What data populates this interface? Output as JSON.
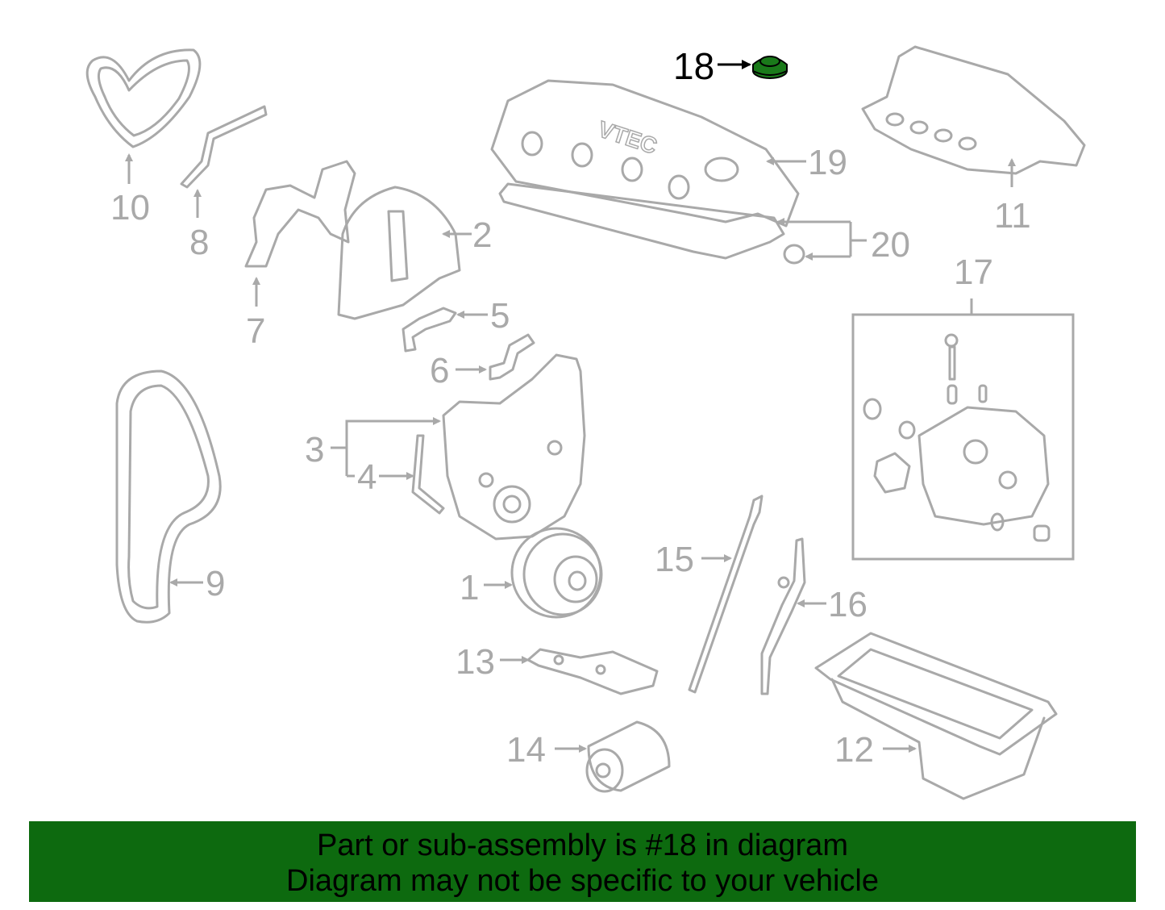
{
  "callouts": {
    "c1": "1",
    "c2": "2",
    "c3": "3",
    "c4": "4",
    "c5": "5",
    "c6": "6",
    "c7": "7",
    "c8": "8",
    "c9": "9",
    "c10": "10",
    "c11": "11",
    "c12": "12",
    "c13": "13",
    "c14": "14",
    "c15": "15",
    "c16": "16",
    "c17": "17",
    "c18": "18",
    "c19": "19",
    "c20": "20"
  },
  "highlight": {
    "part": "18",
    "color": "#1a7a1a"
  },
  "colors": {
    "line_art": "#a9a9a9",
    "banner": "#0d6a0f"
  },
  "valve_cover_text": "VTEC",
  "banner": {
    "line1": "Part or sub-assembly is #18 in diagram",
    "line2": "Diagram may not be specific to your vehicle"
  }
}
